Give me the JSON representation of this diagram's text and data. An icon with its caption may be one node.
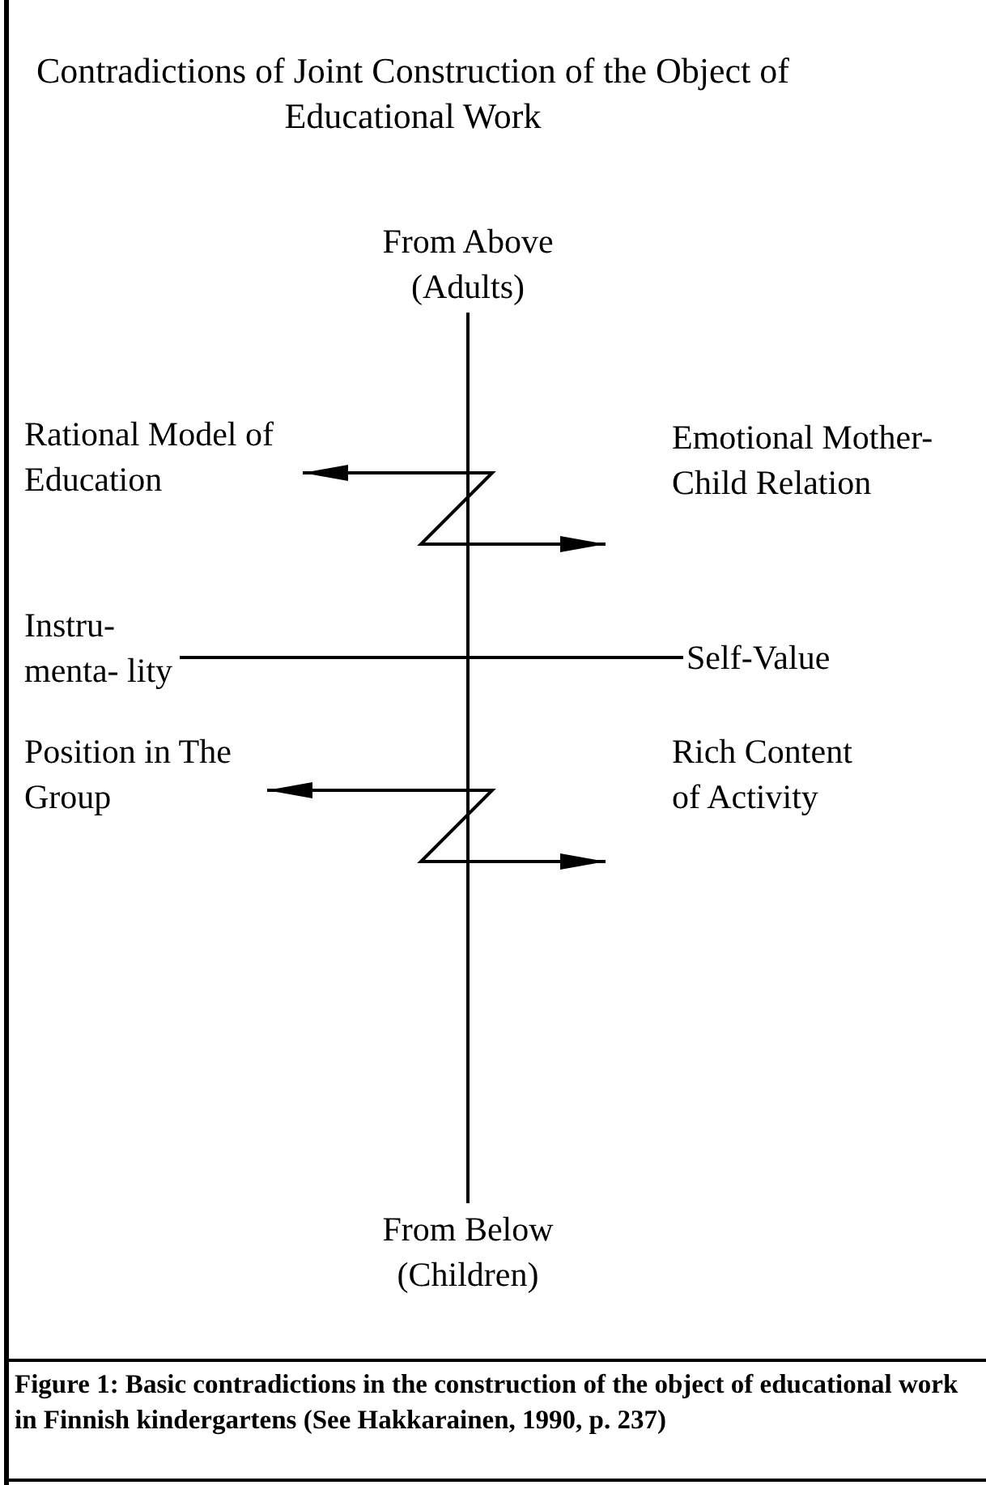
{
  "diagram": {
    "title": "Contradictions of Joint Construction of the Object of Educational Work",
    "caption": "Figure 1: Basic contradictions in the construction of the object of educational work in Finnish kindergartens (See Hakkarainen, 1990, p. 237)",
    "nodes": [
      {
        "text": [
          "From Above (Adults)"
        ]
      },
      {
        "text": [
          "From Below (Children)"
        ]
      },
      {
        "text": [
          "Rational Model of Education"
        ]
      },
      {
        "text": [
          "Emotional Mother-Child Relation"
        ]
      },
      {
        "text": [
          "Instru- menta- lity"
        ]
      },
      {
        "text": [
          "Self-Value"
        ]
      },
      {
        "text": [
          "Position in The Group"
        ]
      },
      {
        "text": [
          "Rich Content of Activity"
        ]
      }
    ],
    "edges": [
      {
        "from": 0,
        "to": 1,
        "arrow": "none"
      },
      {
        "from": 2,
        "to": 3,
        "arrow": "both"
      },
      {
        "from": 4,
        "to": 5,
        "arrow": "none"
      },
      {
        "from": 6,
        "to": 7,
        "arrow": "both"
      }
    ]
  }
}
